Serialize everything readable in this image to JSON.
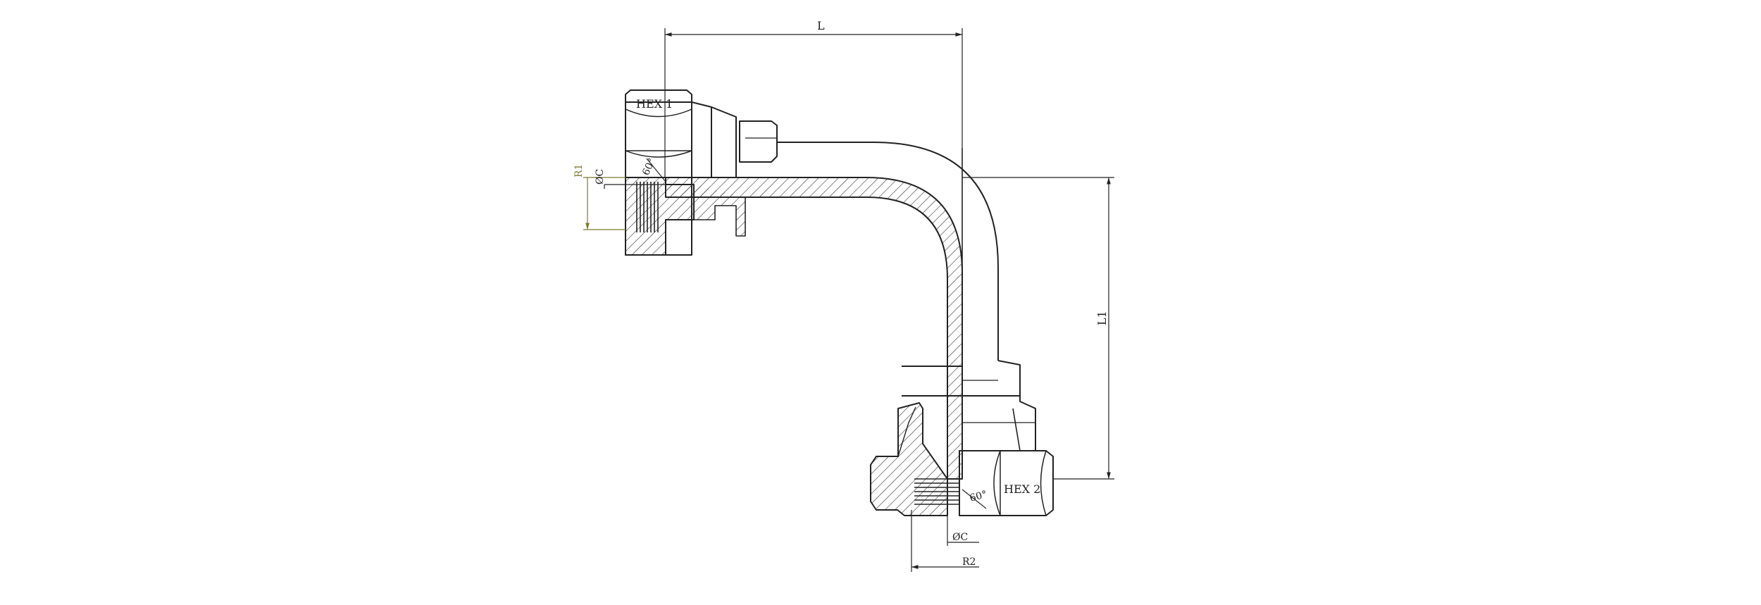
{
  "labels": {
    "hex1": "HEX 1",
    "hex2": "HEX 2",
    "length": "L",
    "length1": "L1",
    "radius1": "R1",
    "radius2": "R2",
    "diameter_top": "ØC",
    "diameter_bottom": "ØC",
    "angle_top": "60°",
    "angle_bottom": "60°"
  },
  "colors": {
    "line": "#222222",
    "dimension_olive": "#7c7a2e",
    "background": "#ffffff"
  }
}
